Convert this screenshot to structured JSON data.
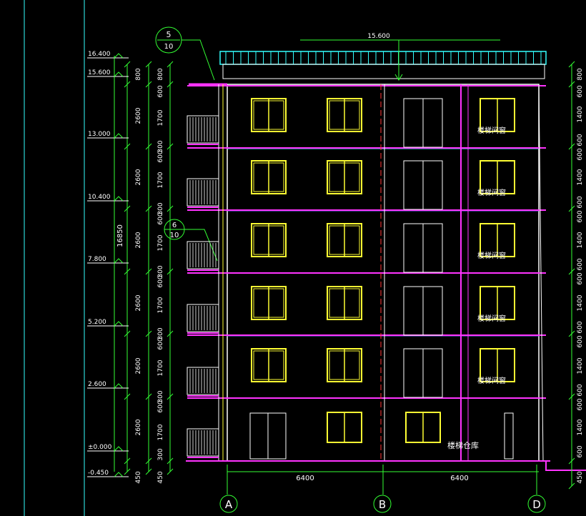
{
  "drawing": {
    "top_dimension": "15.600",
    "left_levels": [
      {
        "label": "16.400",
        "cls": "lvl-16400"
      },
      {
        "label": "15.600",
        "cls": "lvl-15600"
      },
      {
        "label": "13.000",
        "cls": "lvl-13000"
      },
      {
        "label": "10.400",
        "cls": "lvl-10400"
      },
      {
        "label": "7.800",
        "cls": "lvl-7800"
      },
      {
        "label": "5.200",
        "cls": "lvl-5200"
      },
      {
        "label": "2.600",
        "cls": "lvl-2600"
      },
      {
        "label": "±0.000",
        "cls": "lvl-0000"
      },
      {
        "label": "-0.450",
        "cls": "lvl-m0450"
      }
    ],
    "total_height": "16850",
    "dims_outer": [
      "800",
      "2600",
      "2600",
      "2600",
      "2600",
      "2600",
      "2600",
      "450"
    ],
    "dims_inner_top": [
      "800",
      "600"
    ],
    "dims_inner_rep": [
      "1700",
      "300",
      "600"
    ],
    "dims_inner_bottom": [
      "1700",
      "300",
      "450"
    ],
    "right_dims": [
      "800",
      "600",
      "1400",
      "600",
      "600",
      "1400",
      "600",
      "600",
      "1400",
      "600",
      "600",
      "1400",
      "600",
      "600",
      "1400",
      "600",
      "600",
      "1400",
      "600",
      "450"
    ],
    "bottom_dims": [
      "6400",
      "6400"
    ],
    "axes": [
      "A",
      "B",
      "D"
    ],
    "callouts": [
      {
        "num": "5",
        "den": "10"
      },
      {
        "num": "6",
        "den": "10"
      }
    ],
    "room_label": "楼梯间窗",
    "ground_label": "楼梯仓库",
    "colors": {
      "wall": "#ff33ff",
      "window": "#ffff33",
      "line": "#ffffff",
      "green": "#33ff33",
      "cyan": "#33ffff",
      "red": "#ff3333",
      "blue": "#6666ff"
    }
  }
}
